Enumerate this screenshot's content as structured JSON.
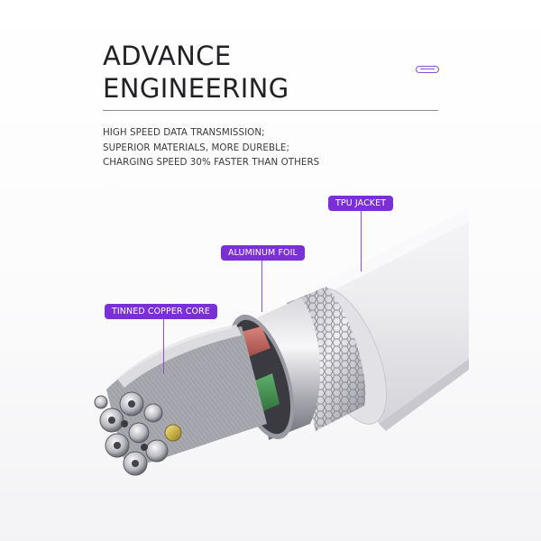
{
  "headline": {
    "line1": "ADVANCE",
    "line2": "ENGINEERING"
  },
  "features": [
    "HIGH SPEED DATA TRANSMISSION;",
    "SUPERIOR MATERIALS, MORE DUREBLE;",
    "CHARGING SPEED 30% FASTER THAN OTHERS"
  ],
  "callouts": {
    "jacket": "TPU JACKET",
    "foil": "ALUMINUM FOIL",
    "core": "TINNED COPPER CORE"
  },
  "icons": {
    "connector": "usb-c-port-icon"
  },
  "colors": {
    "accent": "#7b2fd6",
    "heading": "#222226",
    "body_text": "#3a3a3e",
    "jacket": "#e9e9ec",
    "copper_red": "#b3544c",
    "copper_green": "#3c8a4a",
    "gold": "#c9b24a"
  }
}
